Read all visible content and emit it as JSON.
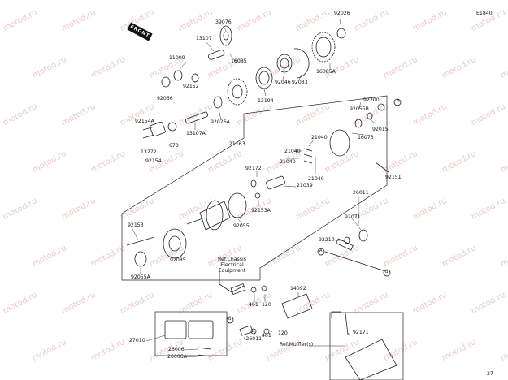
{
  "diagram_code": "E1840",
  "page_number": "27",
  "front_label": "FRONT",
  "watermark": "motod.ru",
  "callouts": {
    "A": "A",
    "B": "B"
  },
  "ref_chassis": "Ref.Chassis\nElectrical\nEquipment",
  "ref_muffler": "Ref.Muffler(s)",
  "parts": [
    {
      "id": "p39076",
      "text": "39076"
    },
    {
      "id": "p92026a",
      "text": "92026"
    },
    {
      "id": "p13107",
      "text": "13107"
    },
    {
      "id": "p11009",
      "text": "11009"
    },
    {
      "id": "p16085",
      "text": "16085"
    },
    {
      "id": "p92046",
      "text": "92046"
    },
    {
      "id": "p92033",
      "text": "92033"
    },
    {
      "id": "p16085a",
      "text": "16085A"
    },
    {
      "id": "p92152",
      "text": "92152"
    },
    {
      "id": "p92066",
      "text": "92066"
    },
    {
      "id": "p13194",
      "text": "13194"
    },
    {
      "id": "p92026b",
      "text": "92026A"
    },
    {
      "id": "p13107a",
      "text": "13107A"
    },
    {
      "id": "p92154a",
      "text": "92154A"
    },
    {
      "id": "p670",
      "text": "670"
    },
    {
      "id": "p13272",
      "text": "13272"
    },
    {
      "id": "p92154",
      "text": "92154"
    },
    {
      "id": "p92200",
      "text": "92200"
    },
    {
      "id": "p92055b",
      "text": "92055B"
    },
    {
      "id": "p92015",
      "text": "92015"
    },
    {
      "id": "p16073",
      "text": "16073"
    },
    {
      "id": "p21163",
      "text": "21163"
    },
    {
      "id": "p21040a",
      "text": "21040"
    },
    {
      "id": "p21040b",
      "text": "21040"
    },
    {
      "id": "p21040c",
      "text": "21040"
    },
    {
      "id": "p21040d",
      "text": "21040"
    },
    {
      "id": "p92172",
      "text": "92172"
    },
    {
      "id": "p21039",
      "text": "21039"
    },
    {
      "id": "p92151",
      "text": "92151"
    },
    {
      "id": "p92153a",
      "text": "92153A"
    },
    {
      "id": "p92055",
      "text": "92055"
    },
    {
      "id": "p26011",
      "text": "26011"
    },
    {
      "id": "p92071",
      "text": "92071"
    },
    {
      "id": "p92153",
      "text": "92153"
    },
    {
      "id": "p92210",
      "text": "92210"
    },
    {
      "id": "p92085",
      "text": "92085"
    },
    {
      "id": "p92055a",
      "text": "92055A"
    },
    {
      "id": "p14092",
      "text": "14092"
    },
    {
      "id": "p461a",
      "text": "461"
    },
    {
      "id": "p120a",
      "text": "120"
    },
    {
      "id": "p461b",
      "text": "461"
    },
    {
      "id": "p120b",
      "text": "120"
    },
    {
      "id": "p26011b",
      "text": "(26011)"
    },
    {
      "id": "p27010",
      "text": "27010"
    },
    {
      "id": "p26006",
      "text": "26006"
    },
    {
      "id": "p26006a",
      "text": "26006A"
    },
    {
      "id": "p92171",
      "text": "92171"
    }
  ]
}
